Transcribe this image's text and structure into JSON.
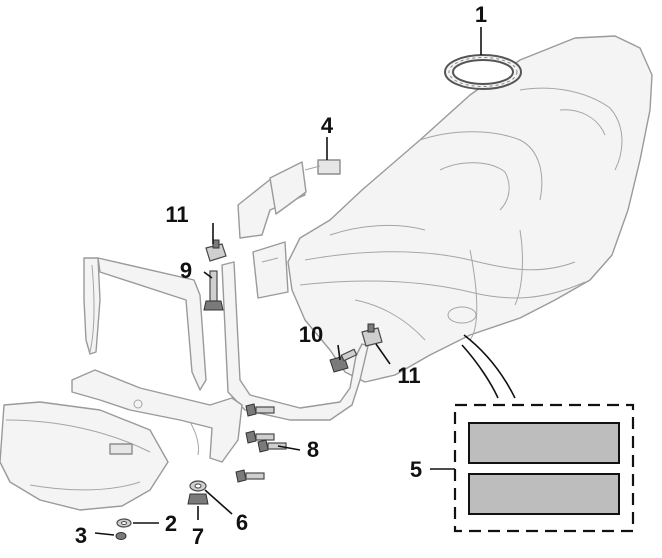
{
  "callouts": {
    "c1": "1",
    "c2": "2",
    "c3": "3",
    "c4": "4",
    "c5": "5",
    "c6": "6",
    "c7": "7",
    "c8": "8",
    "c9": "9",
    "c10": "10",
    "c11a": "11",
    "c11b": "11"
  },
  "colors": {
    "line": "#111111",
    "part_stroke": "#9a9a9a",
    "part_fill": "#f4f4f4",
    "decal_fill": "#bdbdbd"
  }
}
